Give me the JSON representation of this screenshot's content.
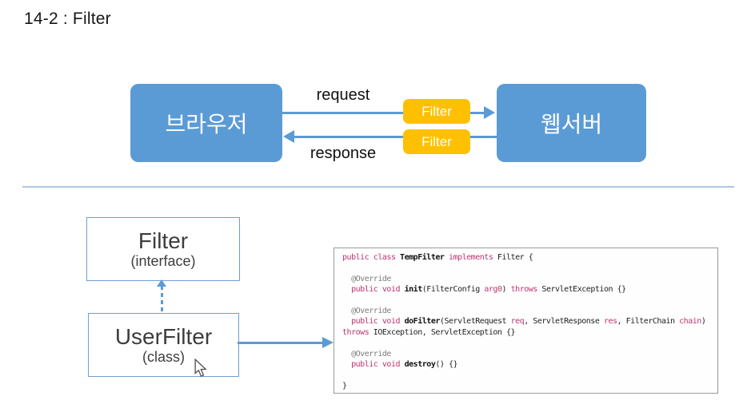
{
  "title": "14-2 : Filter",
  "colors": {
    "node_blue": "#5b9bd5",
    "filter_orange": "#ffc002",
    "divider_blue": "#aac8e8",
    "uml_border_blue": "#6e9ed6",
    "code_keyword": "#c0336f",
    "code_annotation": "#7d7d7d",
    "code_text": "#1f1f1f"
  },
  "flow": {
    "browser_label": "브라우저",
    "webserver_label": "웹서버",
    "request_label": "request",
    "response_label": "response",
    "request_filter_label": "Filter",
    "response_filter_label": "Filter"
  },
  "class_diagram": {
    "interface_box": {
      "name": "Filter",
      "stereotype": "(interface)"
    },
    "class_box": {
      "name": "UserFilter",
      "stereotype": "(class)"
    }
  },
  "code": {
    "lines": [
      [
        {
          "s": "kw",
          "t": "public class "
        },
        {
          "s": "meth",
          "t": "TempFilter"
        },
        {
          "s": "plain",
          "t": " "
        },
        {
          "s": "kw",
          "t": "implements"
        },
        {
          "s": "plain",
          "t": " Filter {"
        }
      ],
      [],
      [
        {
          "s": "ann",
          "t": "  @Override"
        }
      ],
      [
        {
          "s": "plain",
          "t": "  "
        },
        {
          "s": "kw",
          "t": "public void"
        },
        {
          "s": "plain",
          "t": " "
        },
        {
          "s": "meth",
          "t": "init"
        },
        {
          "s": "plain",
          "t": "(FilterConfig "
        },
        {
          "s": "kw",
          "t": "arg0"
        },
        {
          "s": "plain",
          "t": ") "
        },
        {
          "s": "kw",
          "t": "throws"
        },
        {
          "s": "plain",
          "t": " ServletException {}"
        }
      ],
      [],
      [
        {
          "s": "ann",
          "t": "  @Override"
        }
      ],
      [
        {
          "s": "plain",
          "t": "  "
        },
        {
          "s": "kw",
          "t": "public void"
        },
        {
          "s": "plain",
          "t": " "
        },
        {
          "s": "meth",
          "t": "doFilter"
        },
        {
          "s": "plain",
          "t": "(ServletRequest "
        },
        {
          "s": "kw",
          "t": "req"
        },
        {
          "s": "plain",
          "t": ", ServletResponse "
        },
        {
          "s": "kw",
          "t": "res"
        },
        {
          "s": "plain",
          "t": ", FilterChain "
        },
        {
          "s": "kw",
          "t": "chain"
        },
        {
          "s": "plain",
          "t": ")"
        }
      ],
      [
        {
          "s": "kw",
          "t": "throws"
        },
        {
          "s": "plain",
          "t": " IOException, ServletException {}"
        }
      ],
      [],
      [
        {
          "s": "ann",
          "t": "  @Override"
        }
      ],
      [
        {
          "s": "plain",
          "t": "  "
        },
        {
          "s": "kw",
          "t": "public void"
        },
        {
          "s": "plain",
          "t": " "
        },
        {
          "s": "meth",
          "t": "destroy"
        },
        {
          "s": "plain",
          "t": "() {}"
        }
      ],
      [],
      [
        {
          "s": "plain",
          "t": "}"
        }
      ]
    ]
  }
}
